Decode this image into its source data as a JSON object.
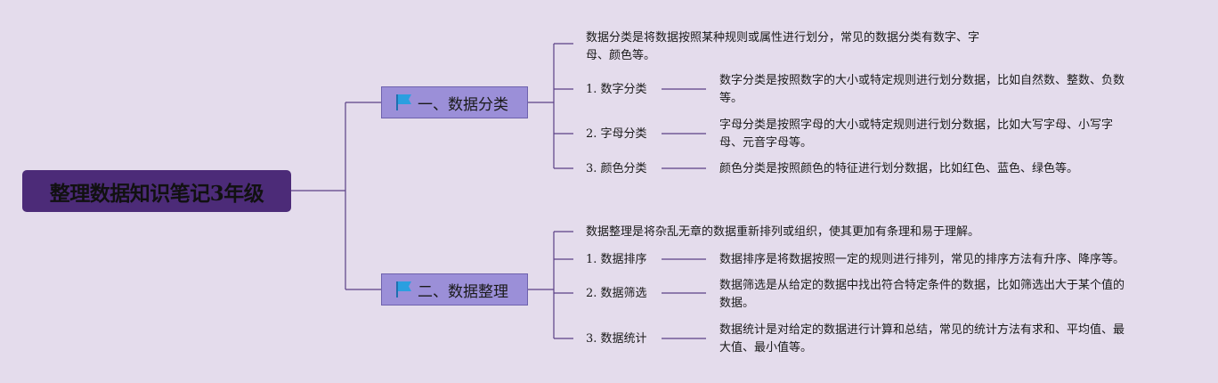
{
  "root": {
    "title": "整理数据知识笔记3年级"
  },
  "branches": [
    {
      "label": "一、数据分类",
      "intro": [
        "数据分类是将数据按照某种规则或属性进行划分，常见的数据分类有数字、字",
        "母、颜色等。"
      ],
      "items": [
        {
          "label": "1. 数字分类",
          "desc": [
            "数字分类是按照数字的大小或特定规则进行划分数据，比如自然数、整数、负数",
            "等。"
          ]
        },
        {
          "label": "2. 字母分类",
          "desc": [
            "字母分类是按照字母的大小或特定规则进行划分数据，比如大写字母、小写字",
            "母、元音字母等。"
          ]
        },
        {
          "label": "3. 颜色分类",
          "desc": [
            "颜色分类是按照颜色的特征进行划分数据，比如红色、蓝色、绿色等。"
          ]
        }
      ]
    },
    {
      "label": "二、数据整理",
      "intro": [
        "数据整理是将杂乱无章的数据重新排列或组织，使其更加有条理和易于理解。"
      ],
      "items": [
        {
          "label": "1. 数据排序",
          "desc": [
            "数据排序是将数据按照一定的规则进行排列，常见的排序方法有升序、降序等。"
          ]
        },
        {
          "label": "2. 数据筛选",
          "desc": [
            "数据筛选是从给定的数据中找出符合特定条件的数据，比如筛选出大于某个值的",
            "数据。"
          ]
        },
        {
          "label": "3. 数据统计",
          "desc": [
            "数据统计是对给定的数据进行计算和总结，常见的统计方法有求和、平均值、最",
            "大值、最小值等。"
          ]
        }
      ]
    }
  ],
  "colors": {
    "background": "#e4dcec",
    "root": "#4c2b78",
    "branch": "#9b8fd8",
    "line": "#5a3f86",
    "flag": "#2a9fe0"
  },
  "icons": {
    "branch_marker": "flag-icon"
  }
}
